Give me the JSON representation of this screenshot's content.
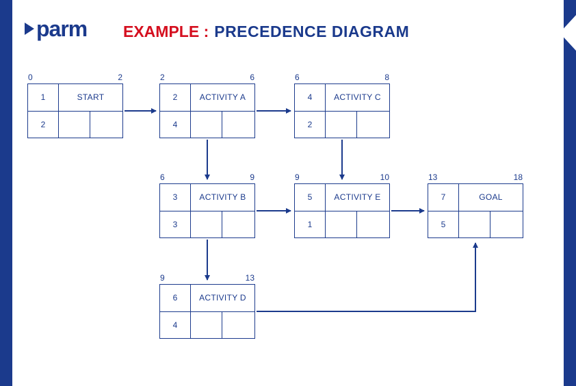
{
  "brand": {
    "logo_text": "parm"
  },
  "title": {
    "prefix": "EXAMPLE :",
    "main": "PRECEDENCE DIAGRAM"
  },
  "colors": {
    "navy": "#1b3a8c",
    "red": "#d50f1f"
  },
  "nodes": [
    {
      "key": "start",
      "id": "1",
      "name": "START",
      "duration": "2",
      "es": "0",
      "ef": "2"
    },
    {
      "key": "activity-a",
      "id": "2",
      "name": "ACTIVITY A",
      "duration": "4",
      "es": "2",
      "ef": "6"
    },
    {
      "key": "activity-c",
      "id": "4",
      "name": "ACTIVITY C",
      "duration": "2",
      "es": "6",
      "ef": "8"
    },
    {
      "key": "activity-b",
      "id": "3",
      "name": "ACTIVITY B",
      "duration": "3",
      "es": "6",
      "ef": "9"
    },
    {
      "key": "activity-e",
      "id": "5",
      "name": "ACTIVITY E",
      "duration": "1",
      "es": "9",
      "ef": "10"
    },
    {
      "key": "goal",
      "id": "7",
      "name": "GOAL",
      "duration": "5",
      "es": "13",
      "ef": "18"
    },
    {
      "key": "activity-d",
      "id": "6",
      "name": "ACTIVITY D",
      "duration": "4",
      "es": "9",
      "ef": "13"
    }
  ],
  "edges": [
    {
      "from": "start",
      "to": "activity-a"
    },
    {
      "from": "activity-a",
      "to": "activity-c"
    },
    {
      "from": "activity-a",
      "to": "activity-b"
    },
    {
      "from": "activity-c",
      "to": "activity-e"
    },
    {
      "from": "activity-b",
      "to": "activity-e"
    },
    {
      "from": "activity-e",
      "to": "goal"
    },
    {
      "from": "activity-b",
      "to": "activity-d"
    },
    {
      "from": "activity-d",
      "to": "goal"
    }
  ]
}
